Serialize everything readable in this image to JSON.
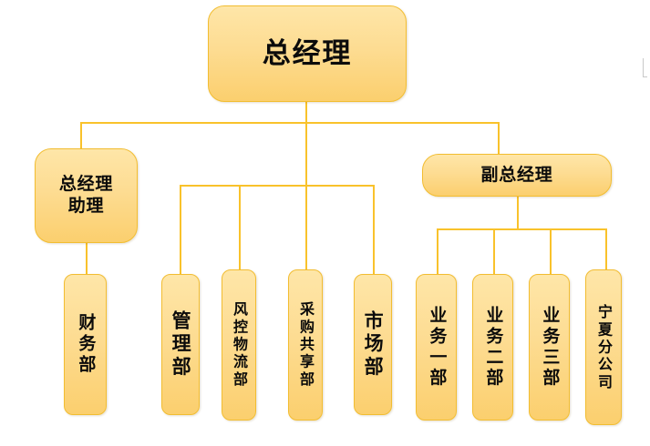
{
  "chart_data": {
    "type": "diagram",
    "diagram_type": "organization-chart",
    "title": "",
    "orientation": "top-down",
    "accent_color": "#F9C22B",
    "node_fill_color": "#FDDC92",
    "node_border_color": "#F2BD31",
    "text_color": "#0B0B0B",
    "nodes": [
      {
        "id": "gm",
        "label": "总经理",
        "level": 0,
        "text_direction": "horizontal"
      },
      {
        "id": "gm_asst",
        "label": "总经理\n助理",
        "level": 1,
        "text_direction": "horizontal"
      },
      {
        "id": "deputy_gm",
        "label": "副总经理",
        "level": 1,
        "text_direction": "horizontal"
      },
      {
        "id": "finance",
        "label": "财务部",
        "level": 2,
        "text_direction": "vertical"
      },
      {
        "id": "admin",
        "label": "管理部",
        "level": 2,
        "text_direction": "vertical"
      },
      {
        "id": "riskctrl",
        "label": "风控物流部",
        "level": 2,
        "text_direction": "vertical"
      },
      {
        "id": "procure",
        "label": "采购共享部",
        "level": 2,
        "text_direction": "vertical"
      },
      {
        "id": "market",
        "label": "市场部",
        "level": 2,
        "text_direction": "vertical"
      },
      {
        "id": "biz1",
        "label": "业务一部",
        "level": 2,
        "text_direction": "vertical"
      },
      {
        "id": "biz2",
        "label": "业务二部",
        "level": 2,
        "text_direction": "vertical"
      },
      {
        "id": "biz3",
        "label": "业务三部",
        "level": 2,
        "text_direction": "vertical"
      },
      {
        "id": "ningxia",
        "label": "宁夏分公司",
        "level": 2,
        "text_direction": "vertical"
      }
    ],
    "edges": [
      {
        "from": "gm",
        "to": "gm_asst"
      },
      {
        "from": "gm",
        "to": "deputy_gm"
      },
      {
        "from": "gm",
        "to": "admin"
      },
      {
        "from": "gm",
        "to": "riskctrl"
      },
      {
        "from": "gm",
        "to": "procure"
      },
      {
        "from": "gm",
        "to": "market"
      },
      {
        "from": "gm_asst",
        "to": "finance"
      },
      {
        "from": "deputy_gm",
        "to": "biz1"
      },
      {
        "from": "deputy_gm",
        "to": "biz2"
      },
      {
        "from": "deputy_gm",
        "to": "biz3"
      },
      {
        "from": "deputy_gm",
        "to": "ningxia"
      }
    ]
  },
  "org": {
    "root": {
      "label": "总经理"
    },
    "level2": {
      "assistant": {
        "label": "总经理\n助理"
      },
      "deputy": {
        "label": "副总经理"
      }
    },
    "departments": {
      "finance": {
        "label": "财务部"
      },
      "admin": {
        "label": "管理部"
      },
      "riskctrl": {
        "label": "风控物流部"
      },
      "procure": {
        "label": "采购共享部"
      },
      "market": {
        "label": "市场部"
      },
      "biz1": {
        "label": "业务一部"
      },
      "biz2": {
        "label": "业务二部"
      },
      "biz3": {
        "label": "业务三部"
      },
      "ningxia": {
        "label": "宁夏分公司"
      }
    }
  }
}
